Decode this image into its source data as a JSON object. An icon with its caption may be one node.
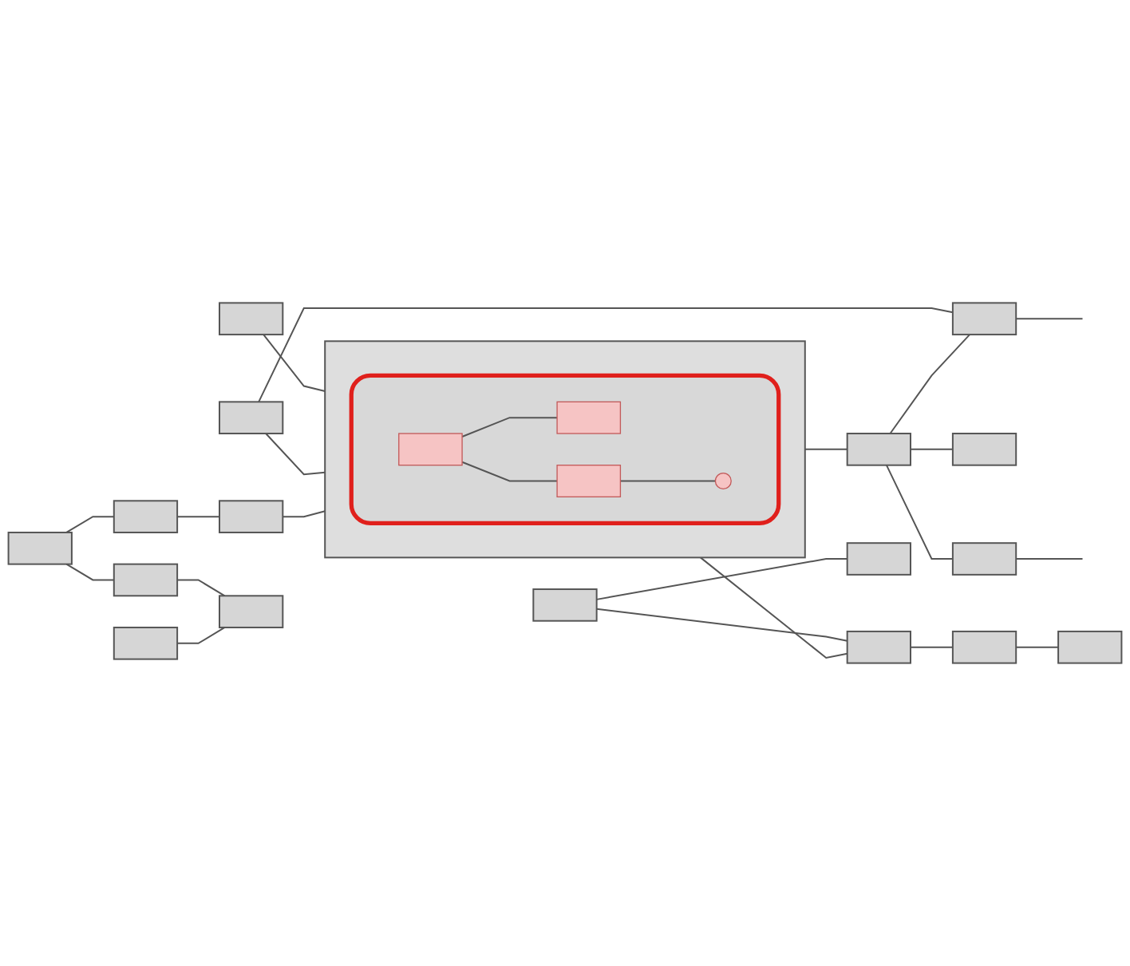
{
  "diagram": {
    "nodes": [
      {
        "text": [],
        "shape": "box"
      },
      {
        "text": [],
        "shape": "box"
      },
      {
        "text": [],
        "shape": "box"
      },
      {
        "text": [],
        "shape": "box"
      },
      {
        "text": [],
        "shape": "box"
      },
      {
        "text": [],
        "shape": "box"
      },
      {
        "text": [],
        "shape": "box",
        "in": 5
      },
      {
        "text": [],
        "shape": "box",
        "in": 6
      },
      {
        "text": [],
        "shape": "box",
        "in": 6
      },
      {
        "text": [],
        "shape": "box",
        "in": 6
      },
      {
        "text": [],
        "shape": "ellipse",
        "in": 6
      },
      {
        "text": [],
        "shape": "box"
      },
      {
        "text": [],
        "shape": "box"
      },
      {
        "text": [],
        "shape": "box"
      },
      {
        "text": [],
        "shape": "box"
      },
      {
        "text": [],
        "shape": "box"
      },
      {
        "text": [],
        "shape": "box"
      },
      {
        "text": [],
        "shape": "box"
      },
      {
        "text": [],
        "shape": "box"
      },
      {
        "text": [],
        "shape": "box"
      },
      {
        "text": [],
        "shape": "box"
      },
      {
        "text": [],
        "shape": "box"
      },
      {
        "text": [],
        "shape": "box"
      }
    ],
    "edges": [
      {
        "from": 0,
        "to": 5,
        "arrow": "none"
      },
      {
        "from": 1,
        "to": 5,
        "arrow": "none"
      },
      {
        "from": 1,
        "to": 2,
        "arrow": "none"
      },
      {
        "from": 2,
        "to": null,
        "arrow": "none"
      },
      {
        "from": 13,
        "to": 2,
        "arrow": "none"
      },
      {
        "from": 3,
        "to": 4,
        "arrow": "none"
      },
      {
        "from": 3,
        "to": 11,
        "arrow": "none"
      },
      {
        "from": 4,
        "to": 16,
        "arrow": "none"
      },
      {
        "from": 7,
        "to": 8,
        "arrow": "none"
      },
      {
        "from": 7,
        "to": 9,
        "arrow": "none"
      },
      {
        "from": 9,
        "to": 10,
        "arrow": "none"
      },
      {
        "from": 11,
        "to": 12,
        "arrow": "none"
      },
      {
        "from": 12,
        "to": 5,
        "arrow": "none"
      },
      {
        "from": 5,
        "to": 13,
        "arrow": "none"
      },
      {
        "from": 13,
        "to": 14,
        "arrow": "none"
      },
      {
        "from": 13,
        "to": 17,
        "arrow": "none"
      },
      {
        "from": 17,
        "to": null,
        "arrow": "none"
      },
      {
        "from": 15,
        "to": 16,
        "arrow": "none"
      },
      {
        "from": 5,
        "to": 19,
        "arrow": "none"
      },
      {
        "from": 18,
        "to": 19,
        "arrow": "none"
      },
      {
        "from": 19,
        "to": 20,
        "arrow": "none"
      },
      {
        "from": 18,
        "to": 21,
        "arrow": "none"
      },
      {
        "from": 20,
        "to": 22,
        "arrow": "none"
      }
    ]
  }
}
